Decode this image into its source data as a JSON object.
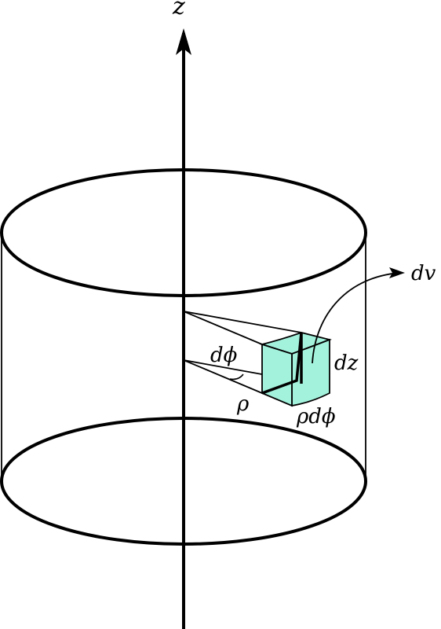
{
  "labels": {
    "z_axis": "z",
    "dv": "dv",
    "dz": "dz",
    "dphi": "dϕ",
    "rho": "ρ",
    "rho_dphi": "ρdϕ"
  },
  "colors": {
    "stroke": "#000000",
    "volume_element_fill": "#a3f2dc",
    "background": "#ffffff"
  }
}
